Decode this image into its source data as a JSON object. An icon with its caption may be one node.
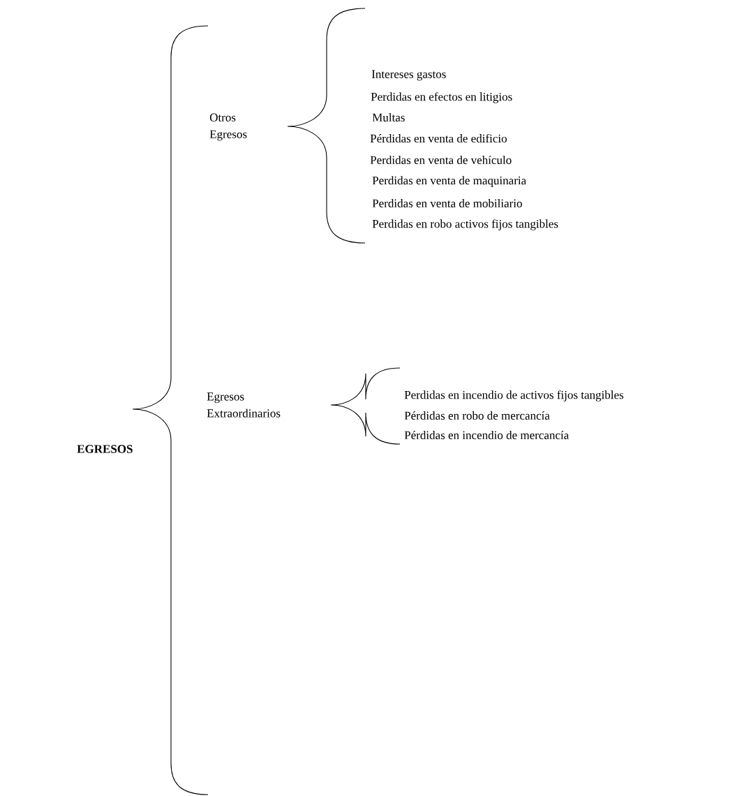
{
  "diagram": {
    "labels": [
      "EGRESOS",
      "Otros Egresos",
      "Intereses gastos",
      "Perdidas en efectos en litigios",
      "Multas",
      "Pérdidas en venta de edificio",
      "Perdidas en venta de vehículo",
      "Perdidas en venta de maquinaria",
      "Perdidas en venta de mobiliario",
      "Perdidas en robo activos fijos tangibles",
      "Egresos Extraordinarios",
      "Perdidas en incendio de activos fijos tangibles",
      "Pérdidas en robo de mercancía",
      "Pérdidas en incendio de mercancía"
    ]
  }
}
